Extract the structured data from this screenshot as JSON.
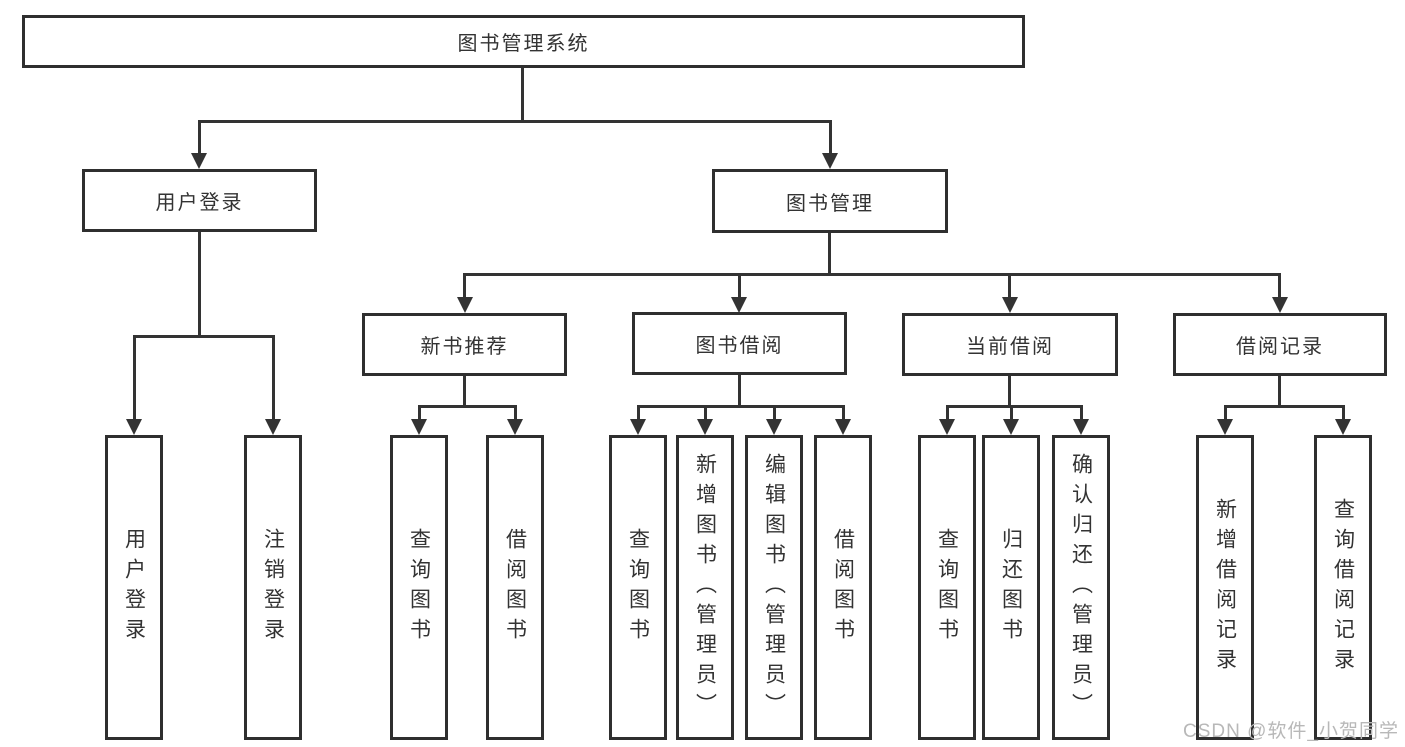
{
  "tree": {
    "root": "图书管理系统",
    "branches": [
      {
        "label": "用户登录",
        "children": [
          "用户登录",
          "注销登录"
        ]
      },
      {
        "label": "图书管理",
        "children": [
          {
            "label": "新书推荐",
            "children": [
              "查询图书",
              "借阅图书"
            ]
          },
          {
            "label": "图书借阅",
            "children": [
              "查询图书",
              "新增图书（管理员）",
              "编辑图书（管理员）",
              "借阅图书"
            ]
          },
          {
            "label": "当前借阅",
            "children": [
              "查询图书",
              "归还图书",
              "确认归还（管理员）"
            ]
          },
          {
            "label": "借阅记录",
            "children": [
              "新增借阅记录",
              "查询借阅记录"
            ]
          }
        ]
      }
    ]
  },
  "watermark": {
    "text": "CSDN @软件_小贺同学"
  },
  "colors": {
    "line": "#333333",
    "box_border": "#2f2f2f",
    "box_fill": "#ffffff",
    "text": "#333333",
    "watermark": "#b8b8b8"
  }
}
